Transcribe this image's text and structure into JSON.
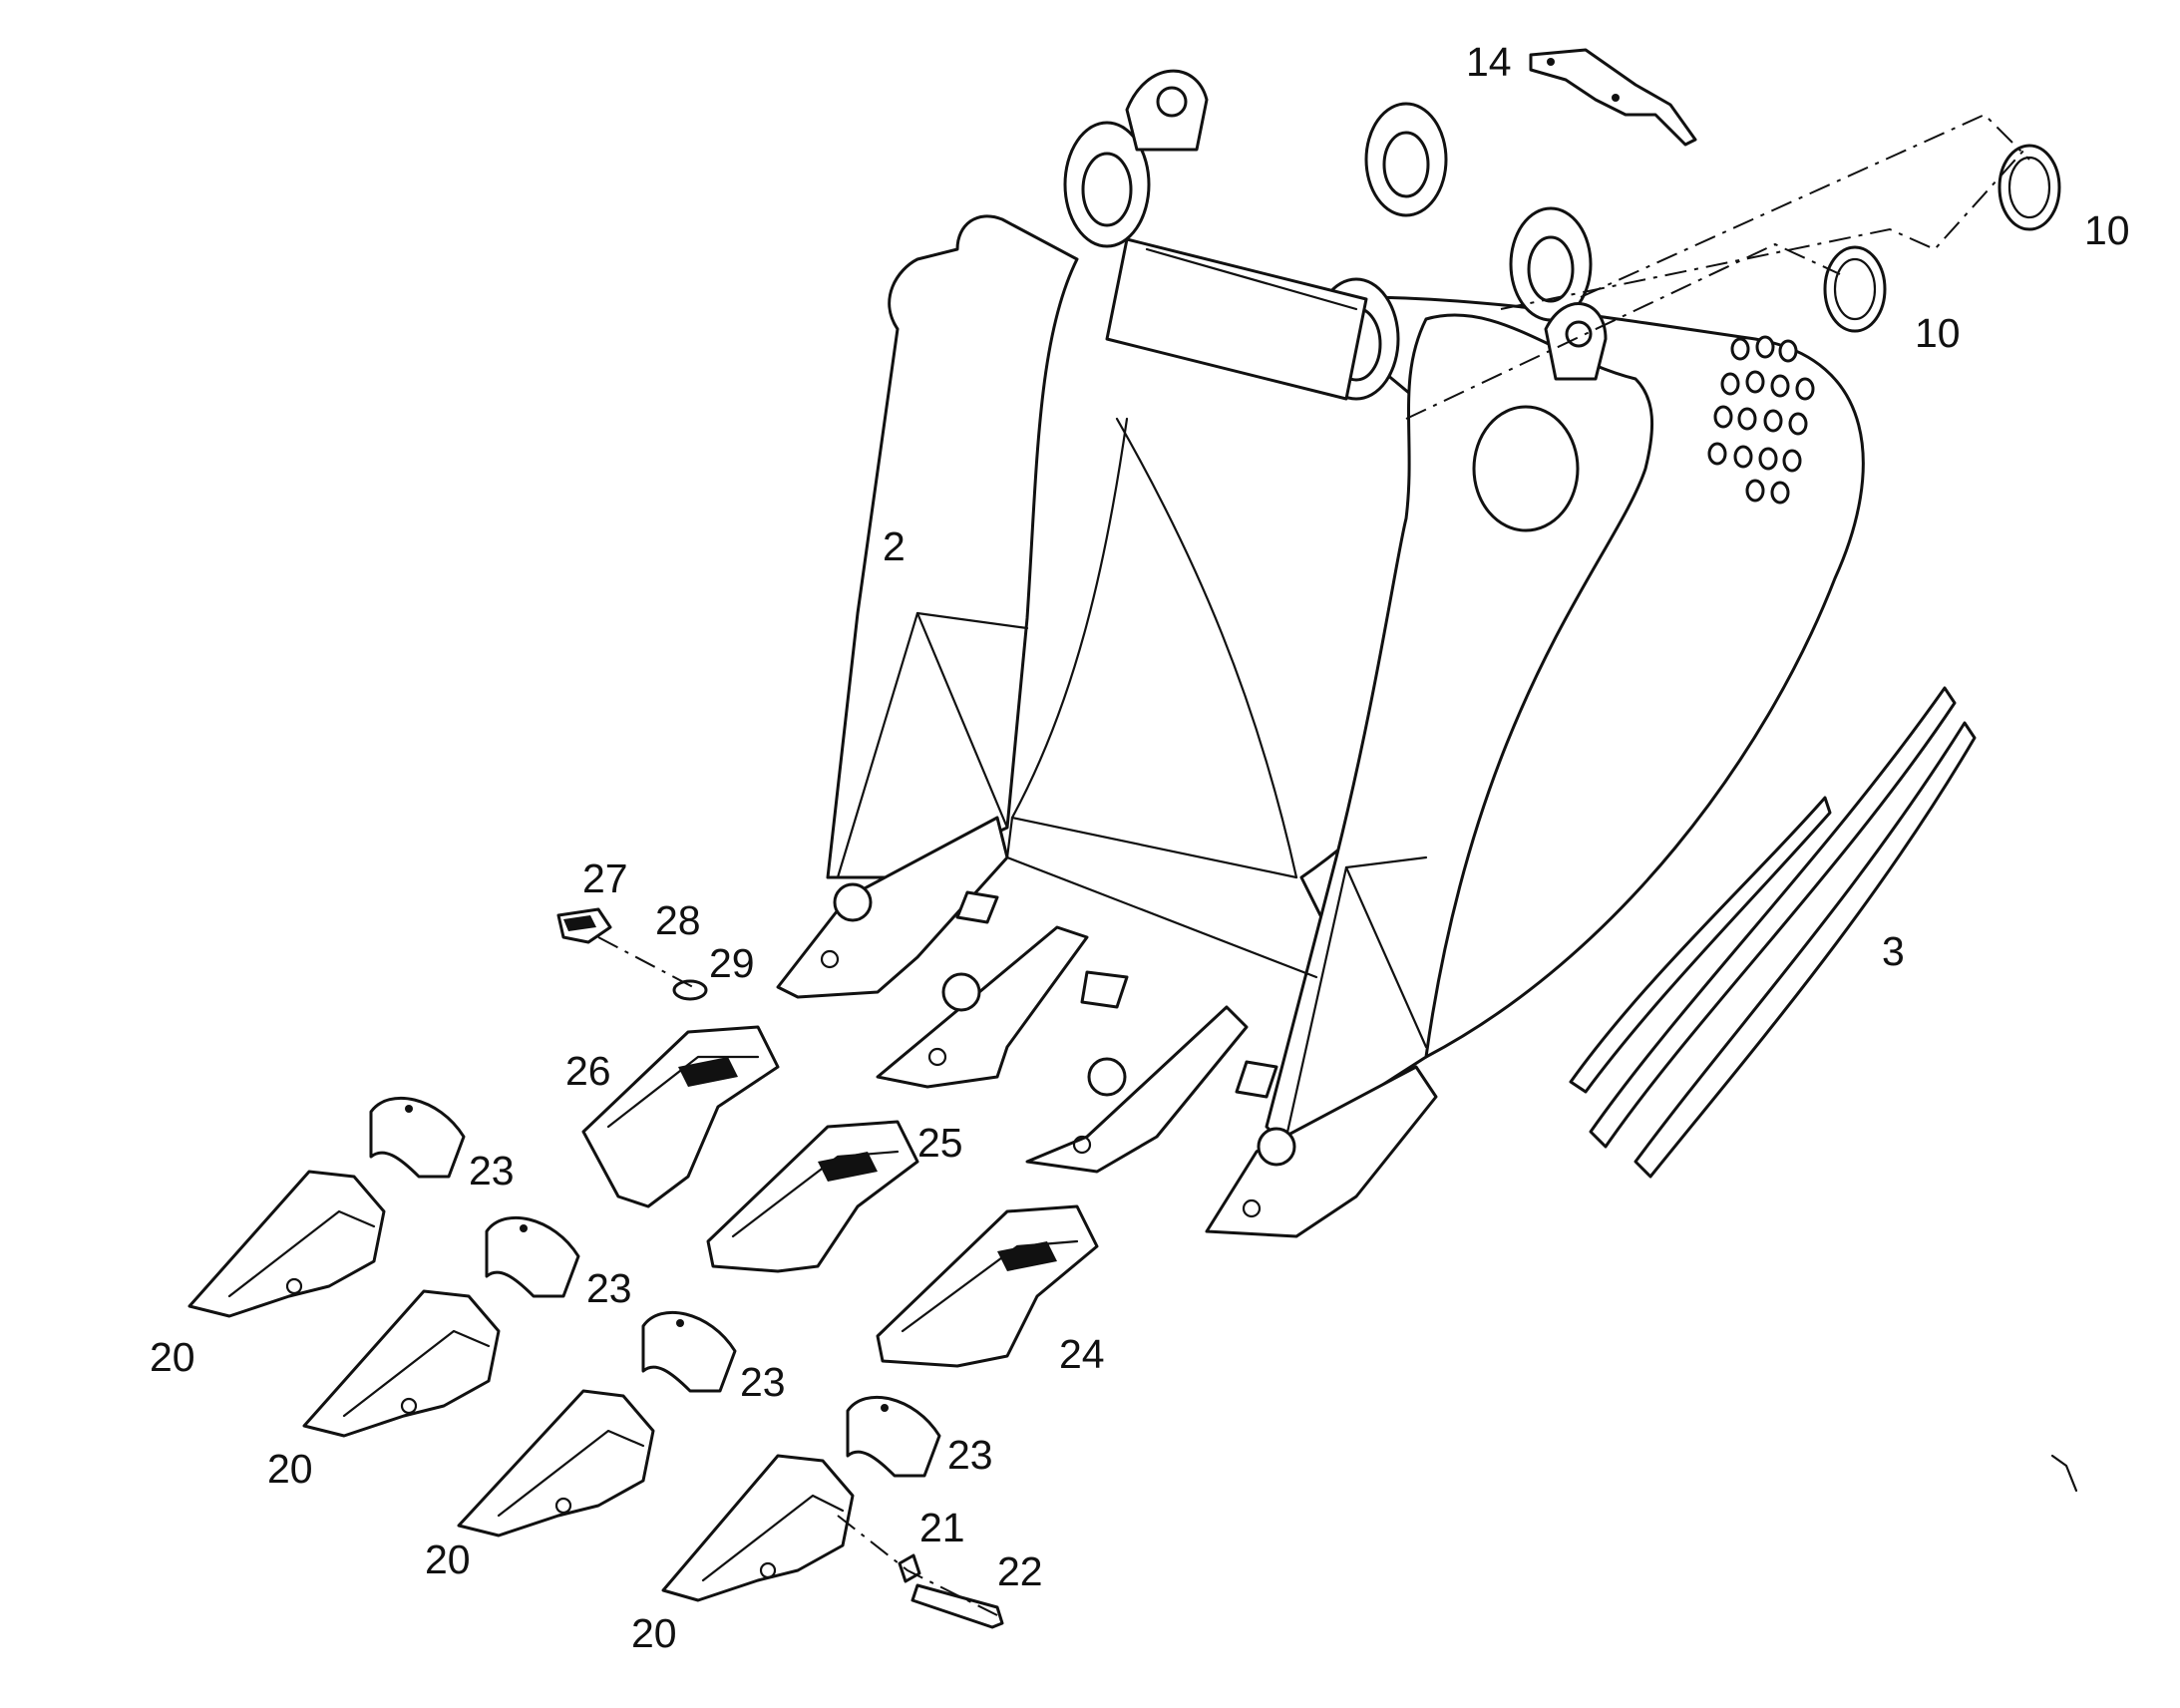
{
  "diagram": {
    "colors": {
      "ink": "#111111",
      "paper": "#ffffff"
    },
    "callouts": [
      {
        "id": "c14",
        "text": "14"
      },
      {
        "id": "c10a",
        "text": "10"
      },
      {
        "id": "c10b",
        "text": "10"
      },
      {
        "id": "c2",
        "text": "2"
      },
      {
        "id": "c3",
        "text": "3"
      },
      {
        "id": "c27",
        "text": "27"
      },
      {
        "id": "c28",
        "text": "28"
      },
      {
        "id": "c29",
        "text": "29"
      },
      {
        "id": "c26",
        "text": "26"
      },
      {
        "id": "c25",
        "text": "25"
      },
      {
        "id": "c24",
        "text": "24"
      },
      {
        "id": "c23a",
        "text": "23"
      },
      {
        "id": "c23b",
        "text": "23"
      },
      {
        "id": "c23c",
        "text": "23"
      },
      {
        "id": "c23d",
        "text": "23"
      },
      {
        "id": "c20a",
        "text": "20"
      },
      {
        "id": "c20b",
        "text": "20"
      },
      {
        "id": "c20c",
        "text": "20"
      },
      {
        "id": "c20d",
        "text": "20"
      },
      {
        "id": "c21",
        "text": "21"
      },
      {
        "id": "c22",
        "text": "22"
      }
    ]
  }
}
